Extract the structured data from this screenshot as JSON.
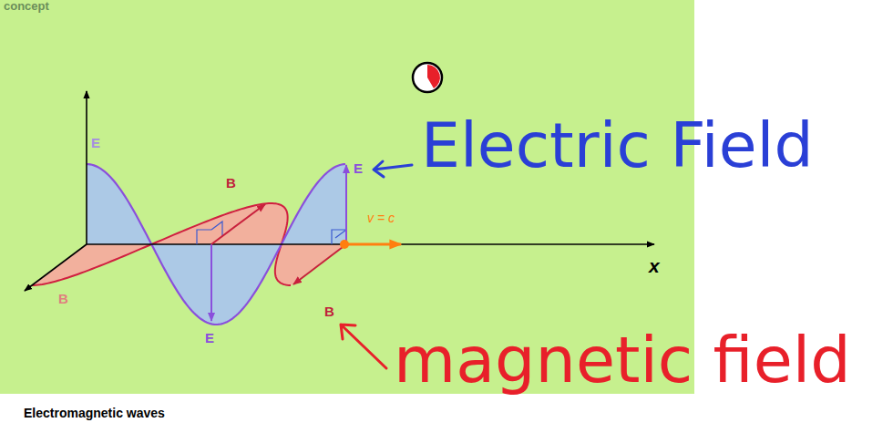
{
  "diagram": {
    "caption": "Electromagnetic waves",
    "labels": [
      "concept",
      "E",
      "B",
      "E",
      "v = c",
      "x",
      "B",
      "B",
      "E",
      "Electric Field",
      "magnetic field"
    ]
  }
}
